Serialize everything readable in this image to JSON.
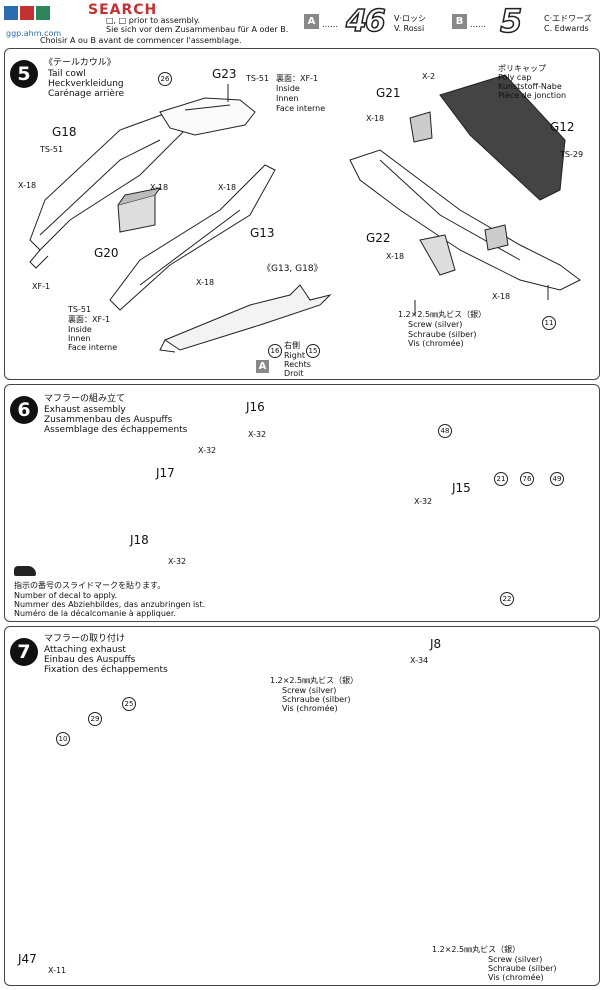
{
  "header": {
    "watermark": "SEARCH",
    "line1": "□, □ prior to assembly.",
    "line2": "Sie sich vor dem Zusammenbau für A oder B.",
    "line3": "Choisir A ou B avant de commencer l'assemblage.",
    "line3_pre": "Choisir",
    "line3_mid": "ou",
    "line3_post": "avant de commencer l'",
    "line3_end": "assemblage.",
    "optA": {
      "letter": "A",
      "number": "46",
      "jp": "V·ロッシ",
      "name": "V. Rossi"
    },
    "optB": {
      "letter": "B",
      "number": "5",
      "jp": "C·エドワーズ",
      "name": "C. Edwards"
    }
  },
  "step5": {
    "number": "5",
    "title_jp": "《テールカウル》",
    "title_en": "Tail cowl",
    "title_de": "Heckverkleidung",
    "title_fr": "Carénage arrière",
    "parts": {
      "g23": "G23",
      "g18": "G18",
      "g20": "G20",
      "g13": "G13",
      "g21": "G21",
      "g12": "G12",
      "g22": "G22"
    },
    "ts51": "TS-51",
    "ts29": "TS-29",
    "x18": "X-18",
    "x2": "X-2",
    "xf1": "XF-1",
    "inside_jp": "裏面：XF-1",
    "inside_en": "Inside",
    "inside_de": "Innen",
    "inside_fr": "Face interne",
    "polycap_jp": "ポリキャップ",
    "polycap_en": "Poly cap",
    "polycap_de": "Kunststoff-Nabe",
    "polycap_fr": "Pièce de jonction",
    "sub_label": "《G13, G18》",
    "right_jp": "右側",
    "right_en": "Right",
    "right_de": "Rechts",
    "right_fr": "Droit",
    "right_decal_a": "16",
    "right_decal_b": "15",
    "decal_26": "26",
    "decal_11": "11",
    "box_a": "A",
    "screw_jp": "1.2×2.5㎜丸ビス（銀）",
    "screw_en": "Screw (silver)",
    "screw_de": "Schraube (silber)",
    "screw_fr": "Vis (chromée)"
  },
  "step6": {
    "number": "6",
    "title_jp": "マフラーの組み立て",
    "title_en": "Exhaust assembly",
    "title_de": "Zusammenbau des Auspuffs",
    "title_fr": "Assemblage des échappements",
    "parts": {
      "j16": "J16",
      "j17": "J17",
      "j18": "J18",
      "j15": "J15"
    },
    "x32": "X-32",
    "decals": {
      "d48": "48",
      "d21": "21",
      "d76": "76",
      "d49": "49",
      "d22": "22"
    },
    "note_jp": "指示の番号のスライドマークを貼ります。",
    "note_en": "Number of decal to apply.",
    "note_de": "Nummer des Abziehbildes, das anzubringen ist.",
    "note_fr": "Numéro de la décalcomanie à appliquer."
  },
  "step7": {
    "number": "7",
    "title_jp": "マフラーの取り付け",
    "title_en": "Attaching exhaust",
    "title_de": "Einbau des Auspuffs",
    "title_fr": "Fixation des échappements",
    "j8": "J8",
    "x34": "X-34",
    "j47": "J47",
    "x11": "X-11",
    "decals": {
      "d10": "10",
      "d29": "29",
      "d25": "25"
    },
    "screw_jp": "1.2×2.5㎜丸ビス（銀）",
    "screw_en": "Screw (silver)",
    "screw_de": "Schraube (silber)",
    "screw_fr": "Vis (chromée)"
  },
  "colors": {
    "panel_border": "#444444",
    "step_badge": "#111111",
    "grey_box": "#888888",
    "watermark": "#c0392b"
  }
}
